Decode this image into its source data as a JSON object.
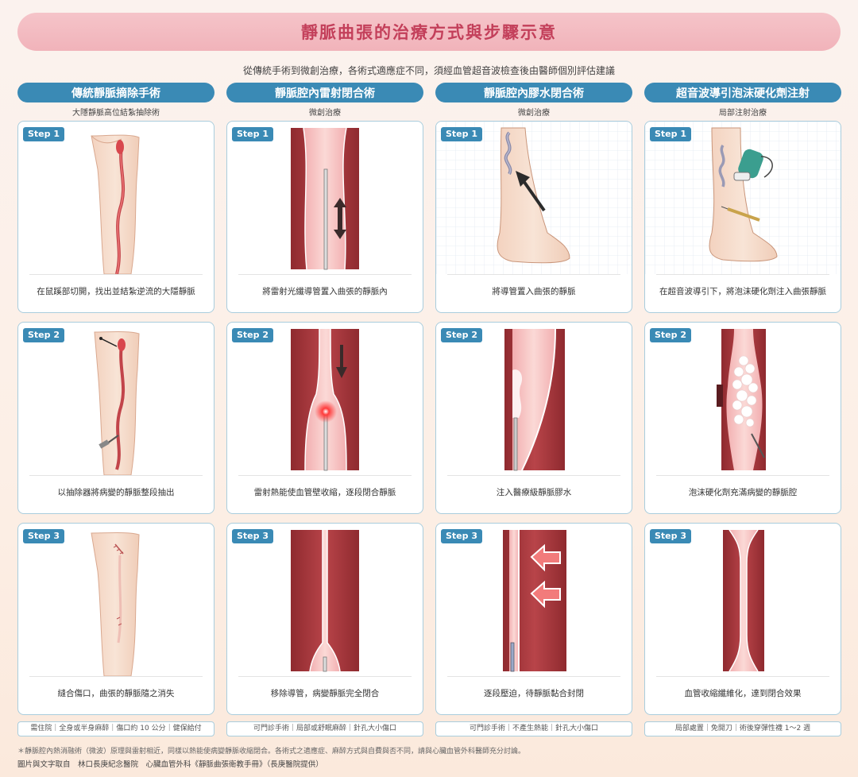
{
  "title": "靜脈曲張的治療方式與步驟示意",
  "subtitle": "從傳統手術到微創治療，各術式適應症不同，須經血管超音波檢查後由醫師個別評估建議",
  "step_labels": [
    "Step 1",
    "Step 2",
    "Step 3"
  ],
  "columns": [
    {
      "heading": "傳統靜脈摘除手術",
      "sub": "大隱靜脈高位結紮抽除術",
      "captions": [
        "在鼠蹊部切開，找出並結紮逆流的大隱靜脈",
        "以抽除器將病變的靜脈整段抽出",
        "縫合傷口，曲張的靜脈隨之消失"
      ],
      "footer": "需住院｜全身或半身麻醉｜傷口約 10 公分｜健保給付"
    },
    {
      "heading": "靜脈腔內雷射閉合術",
      "sub": "微創治療",
      "captions": [
        "將雷射光纖導管置入曲張的靜脈內",
        "雷射熱能使血管壁收縮，逐段閉合靜脈",
        "移除導管，病變靜脈完全閉合"
      ],
      "footer": "可門診手術｜局部或舒眠麻醉｜針孔大小傷口"
    },
    {
      "heading": "靜脈腔內膠水閉合術",
      "sub": "微創治療",
      "captions": [
        "將導管置入曲張的靜脈",
        "注入醫療級靜脈膠水",
        "逐段壓迫，待靜脈黏合封閉"
      ],
      "footer": "可門診手術｜不產生熱能｜針孔大小傷口"
    },
    {
      "heading": "超音波導引泡沫硬化劑注射",
      "sub": "局部注射治療",
      "captions": [
        "在超音波導引下，將泡沫硬化劑注入曲張靜脈",
        "泡沫硬化劑充滿病變的靜脈腔",
        "血管收縮纖維化，達到閉合效果"
      ],
      "footer": "局部處置｜免開刀｜術後穿彈性襪 1～2 週"
    }
  ],
  "note": "＊靜脈腔內熱消融術（微波）原理與雷射相近，同樣以熱能使病變靜脈收縮閉合。各術式之適應症、麻醉方式與自費與否不同，請與心臟血管外科醫師充分討論。",
  "source": "圖片與文字取自　林口長庚紀念醫院　心臟血管外科《靜脈曲張衛教手冊》（長庚醫院提供）",
  "colors": {
    "accent_blue": "#3a8ab5",
    "title_red": "#c33f5a",
    "title_bg": "#f3bcc2",
    "vein_wall": "#b03a3e",
    "vein_lumen": "#f5c0c0",
    "skin": "#f5dccb"
  }
}
